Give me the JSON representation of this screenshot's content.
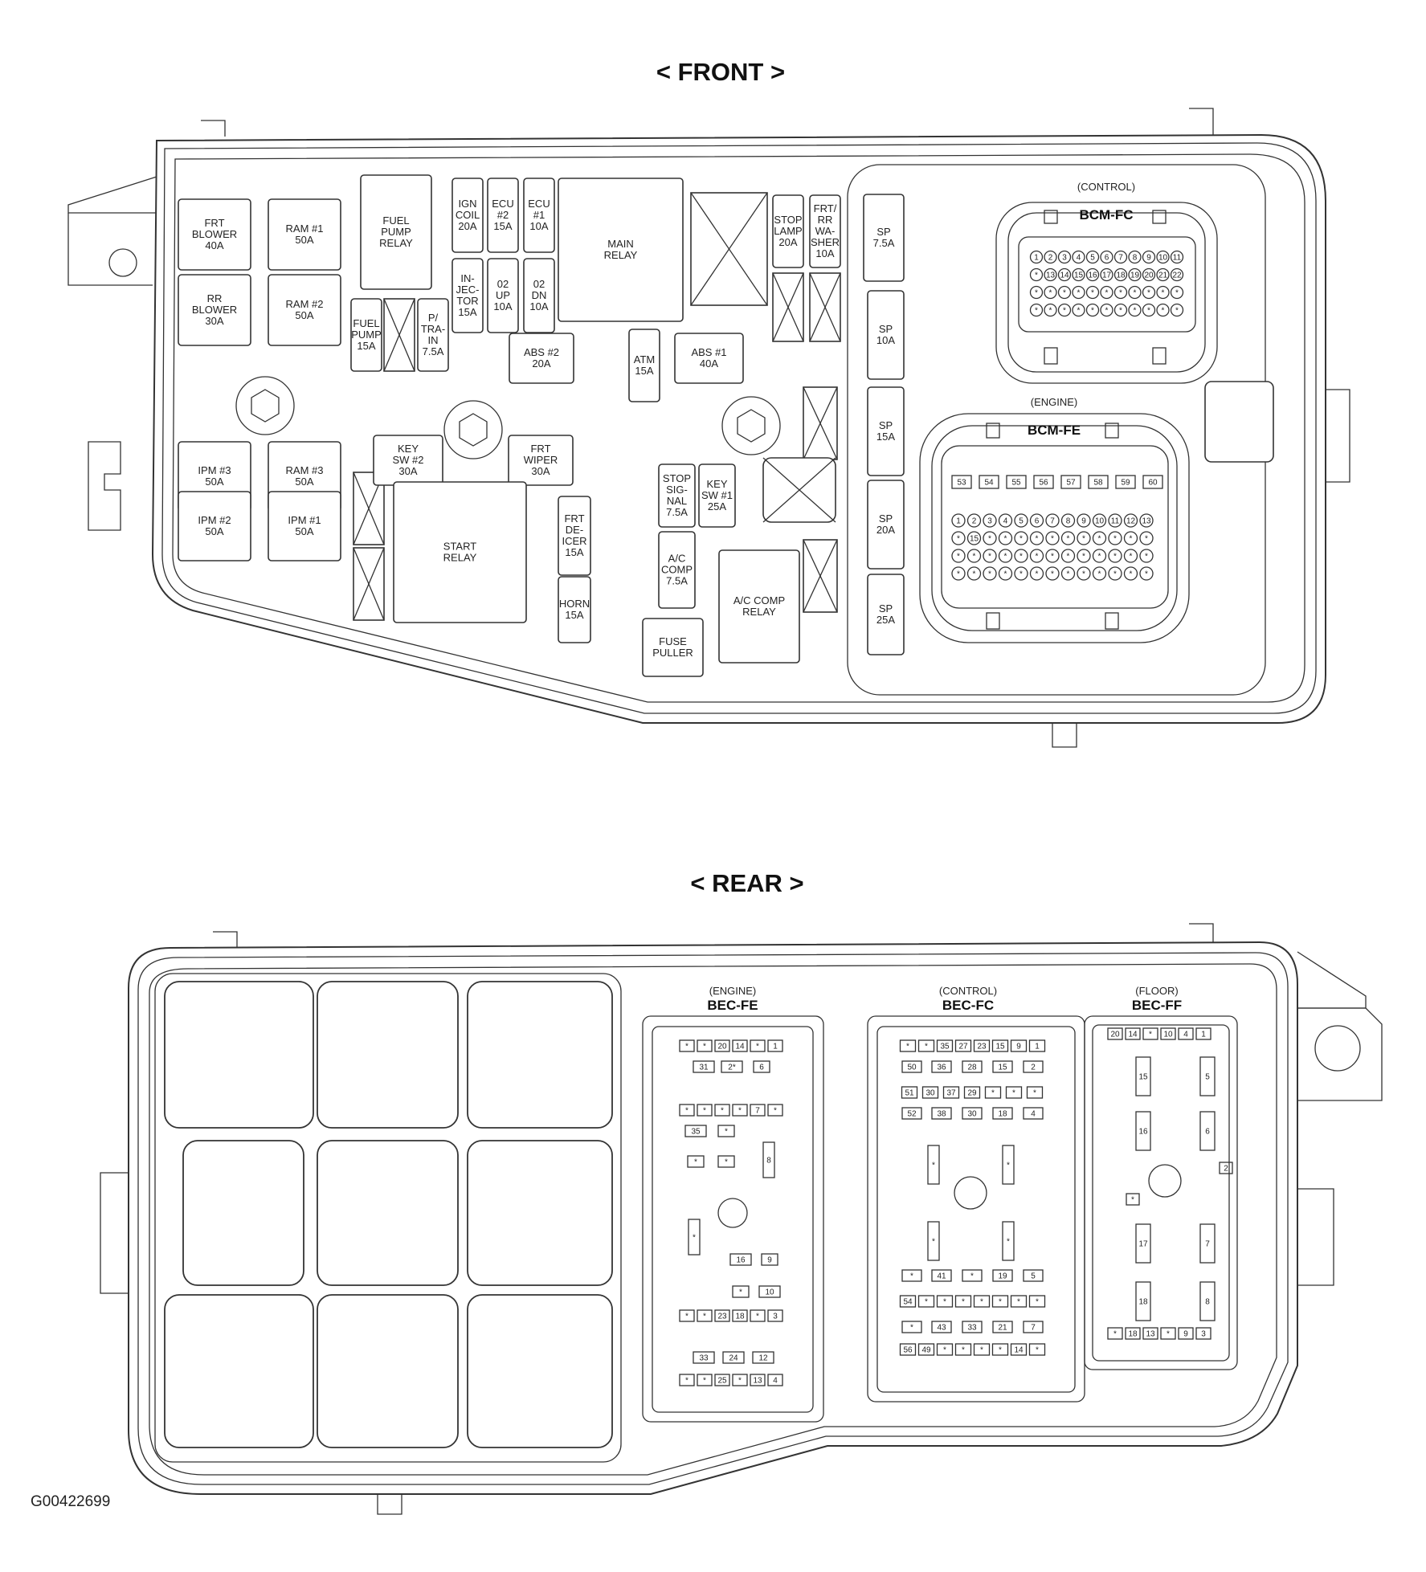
{
  "front": {
    "heading": "< FRONT >",
    "components": [
      {
        "label": "FRT\nBLOWER\n40A"
      },
      {
        "label": "RR\nBLOWER\n30A"
      },
      {
        "label": "RAM #1\n50A"
      },
      {
        "label": "RAM #2\n50A"
      },
      {
        "label": "IPM #3\n50A"
      },
      {
        "label": "IPM #2\n50A"
      },
      {
        "label": "RAM #3\n50A"
      },
      {
        "label": "IPM #1\n50A"
      },
      {
        "label": "FUEL\nPUMP\nRELAY"
      },
      {
        "label": "FUEL\nPUMP\n15A"
      },
      {
        "label": "P/\nTRA-\nIN\n7.5A"
      },
      {
        "label": "IGN\nCOIL\n20A"
      },
      {
        "label": "ECU\n#2\n15A"
      },
      {
        "label": "ECU\n#1\n10A"
      },
      {
        "label": "IN-\nJEC-\nTOR\n15A"
      },
      {
        "label": "02\nUP\n10A"
      },
      {
        "label": "02\nDN\n10A"
      },
      {
        "label": "MAIN\nRELAY"
      },
      {
        "label": "ABS #2\n20A"
      },
      {
        "label": "KEY\nSW #2\n30A"
      },
      {
        "label": "FRT\nWIPER\n30A"
      },
      {
        "label": "START\nRELAY"
      },
      {
        "label": "FRT\nDE-\nICER\n15A"
      },
      {
        "label": "HORN\n15A"
      },
      {
        "label": "ATM\n15A"
      },
      {
        "label": "ABS #1\n40A"
      },
      {
        "label": "STOP\nLAMP\n20A"
      },
      {
        "label": "FRT/\nRR\nWA-\nSHER\n10A"
      },
      {
        "label": "STOP\nSIG-\nNAL\n7.5A"
      },
      {
        "label": "KEY\nSW #1\n25A"
      },
      {
        "label": "A/C\nCOMP\n7.5A"
      },
      {
        "label": "A/C COMP\nRELAY"
      },
      {
        "label": "FUSE\nPULLER"
      },
      {
        "label": "SP\n7.5A"
      },
      {
        "label": "SP\n10A"
      },
      {
        "label": "SP\n15A"
      },
      {
        "label": "SP\n20A"
      },
      {
        "label": "SP\n25A"
      }
    ],
    "bcm_fc": {
      "caption": "(CONTROL)",
      "name": "BCM-FC",
      "rows": [
        [
          "1",
          "2",
          "3",
          "4",
          "5",
          "6",
          "7",
          "8",
          "9",
          "10",
          "11"
        ],
        [
          "*",
          "13",
          "14",
          "15",
          "16",
          "17",
          "18",
          "19",
          "20",
          "21",
          "22"
        ],
        [
          "*",
          "*",
          "*",
          "*",
          "*",
          "*",
          "*",
          "*",
          "*",
          "*",
          "*"
        ],
        [
          "*",
          "*",
          "*",
          "*",
          "*",
          "*",
          "*",
          "*",
          "*",
          "*",
          "*"
        ]
      ]
    },
    "bcm_fe": {
      "caption": "(ENGINE)",
      "name": "BCM-FE",
      "top_pins": [
        "53",
        "54",
        "55",
        "56",
        "57",
        "58",
        "59",
        "60"
      ],
      "rows": [
        [
          "1",
          "2",
          "3",
          "4",
          "5",
          "6",
          "7",
          "8",
          "9",
          "10",
          "11",
          "12",
          "13"
        ],
        [
          "*",
          "15",
          "*",
          "*",
          "*",
          "*",
          "*",
          "*",
          "*",
          "*",
          "*",
          "*",
          "*"
        ],
        [
          "*",
          "*",
          "*",
          "*",
          "*",
          "*",
          "*",
          "*",
          "*",
          "*",
          "*",
          "*",
          "*"
        ],
        [
          "*",
          "*",
          "*",
          "*",
          "*",
          "*",
          "*",
          "*",
          "*",
          "*",
          "*",
          "*",
          "*"
        ]
      ]
    }
  },
  "rear": {
    "heading": "< REAR >",
    "bec_fe": {
      "caption": "(ENGINE)",
      "name": "BEC-FE",
      "rows": [
        [
          "*",
          "*",
          "20",
          "14",
          "*",
          "1"
        ],
        [
          "31",
          "2*",
          "6"
        ],
        [
          "*",
          "*",
          "*",
          "*",
          "7",
          "*"
        ],
        [
          "35",
          "*"
        ],
        [
          "*",
          "*"
        ],
        [
          "16",
          "9"
        ],
        [
          "*",
          "10"
        ],
        [
          "*",
          "*",
          "23",
          "18",
          "*",
          "3"
        ],
        [
          "33",
          "24",
          "12"
        ],
        [
          "*",
          "*",
          "25",
          "*",
          "13",
          "4"
        ]
      ],
      "side_pins": [
        "8",
        "*"
      ]
    },
    "bec_fc": {
      "caption": "(CONTROL)",
      "name": "BEC-FC",
      "rows": [
        [
          "*",
          "*",
          "35",
          "27",
          "23",
          "15",
          "9",
          "1"
        ],
        [
          "50",
          "36",
          "28",
          "15",
          "2"
        ],
        [
          "51",
          "30",
          "37",
          "29",
          "*",
          "*",
          "*"
        ],
        [
          "52",
          "38",
          "30",
          "18",
          "4"
        ],
        [
          "*",
          "41",
          "*",
          "19",
          "5"
        ],
        [
          "54",
          "*",
          "*",
          "*",
          "*",
          "*",
          "*",
          "*"
        ],
        [
          "*",
          "43",
          "33",
          "21",
          "7"
        ],
        [
          "56",
          "49",
          "*",
          "*",
          "*",
          "*",
          "14",
          "*"
        ]
      ],
      "side_pins": [
        "*",
        "*",
        "*",
        "*"
      ]
    },
    "bec_ff": {
      "caption": "(FLOOR)",
      "name": "BEC-FF",
      "top_pins": [
        "20",
        "14",
        "*",
        "10",
        "4",
        "1"
      ],
      "bottom_pins": [
        "*",
        "18",
        "13",
        "*",
        "9",
        "3"
      ],
      "left_slots": [
        "15",
        "16",
        "17",
        "18"
      ],
      "right_slots": [
        "5",
        "6",
        "7",
        "8"
      ],
      "extra_pins": [
        "2",
        "*"
      ]
    }
  },
  "figure_id": "G00422699"
}
